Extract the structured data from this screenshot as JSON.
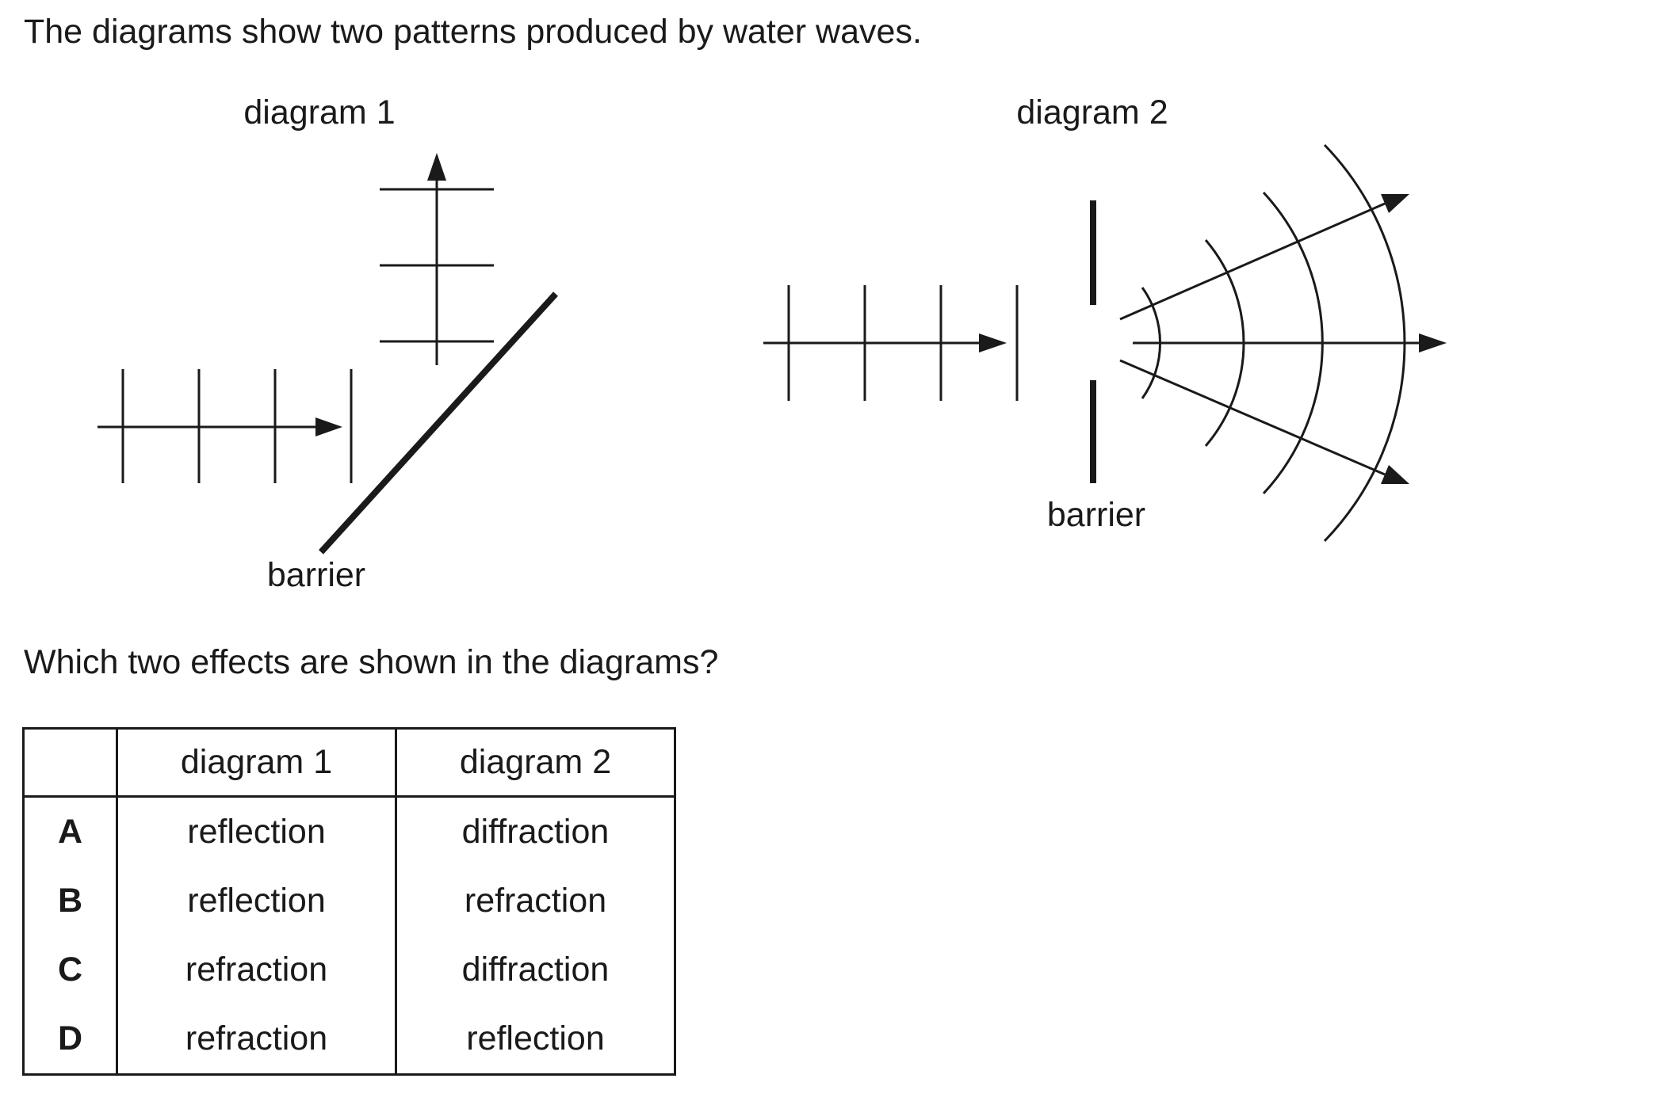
{
  "intro_text": "The diagrams show two patterns produced by water waves.",
  "diagram1": {
    "title": "diagram 1",
    "barrier_label": "barrier"
  },
  "diagram2": {
    "title": "diagram 2",
    "barrier_label": "barrier"
  },
  "question_text": "Which two effects are shown in the diagrams?",
  "table": {
    "headers": [
      "",
      "diagram 1",
      "diagram 2"
    ],
    "rows": [
      {
        "key": "A",
        "diagram1": "reflection",
        "diagram2": "diffraction"
      },
      {
        "key": "B",
        "diagram1": "reflection",
        "diagram2": "refraction"
      },
      {
        "key": "C",
        "diagram1": "refraction",
        "diagram2": "diffraction"
      },
      {
        "key": "D",
        "diagram1": "refraction",
        "diagram2": "reflection"
      }
    ]
  },
  "colors": {
    "ink": "#1a1a1a",
    "background": "#ffffff"
  }
}
